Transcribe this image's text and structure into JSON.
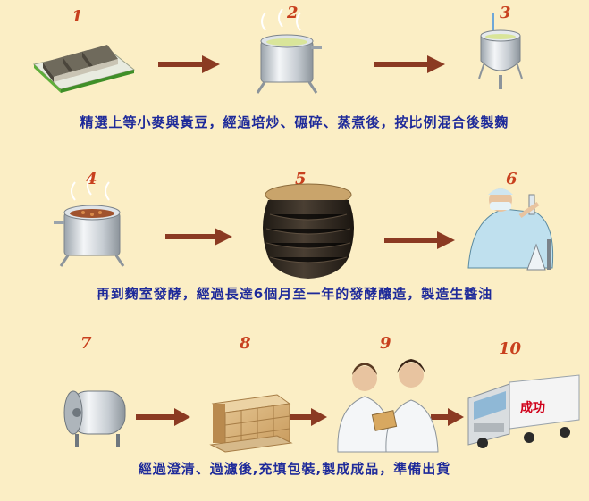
{
  "steps": {
    "s1": "1",
    "s2": "2",
    "s3": "3",
    "s4": "4",
    "s5": "5",
    "s6": "6",
    "s7": "7",
    "s8": "8",
    "s9": "9",
    "s10": "10"
  },
  "captions": {
    "row1": "精選上等小麥與黃豆，經過培炒、碾碎、蒸煮後，按比例混合後製麴",
    "row2": "再到麴室發酵，經過長達6個月至一年的發酵釀造，製造生醬油",
    "row3": "經過澄清、過濾後,充填包裝,製成成品，準備出貨"
  },
  "truck_label": "成功",
  "colors": {
    "background": "#fbeec5",
    "caption": "#1e2a9a",
    "step_number": "#c8401e",
    "arrow": "#8b3a22"
  },
  "icons": [
    "grain-factory-icon",
    "steamer-pot-icon",
    "mixing-tank-icon",
    "koji-pot-icon",
    "fermentation-jar-icon",
    "lab-scientist-icon",
    "storage-tank-icon",
    "carton-pallet-icon",
    "inspectors-icon",
    "delivery-truck-icon"
  ]
}
